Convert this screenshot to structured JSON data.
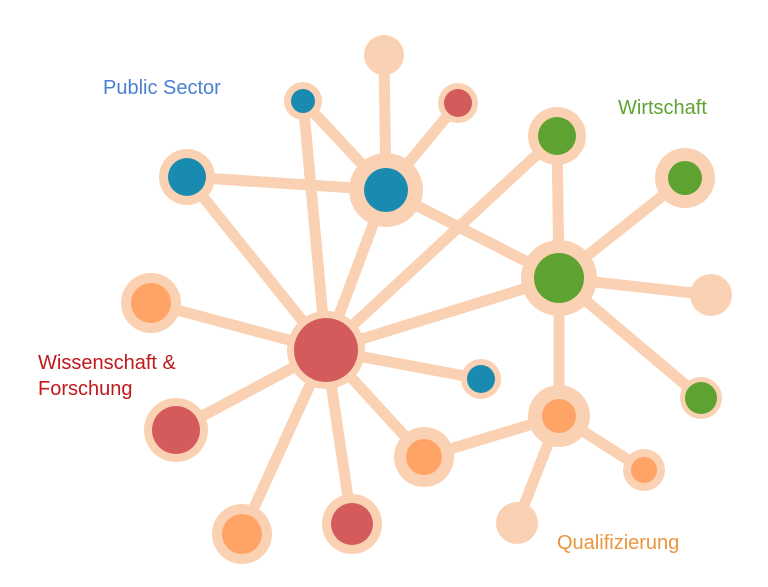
{
  "labels": {
    "public_sector": {
      "text": "Public Sector"
    },
    "wirtschaft": {
      "text": "Wirtschaft"
    },
    "wissenschaft": {
      "line1": "Wissenschaft &",
      "line2": "Forschung"
    },
    "qualifizierung": {
      "text": "Qualifizierung"
    }
  },
  "colors": {
    "link": "#FAD1B2",
    "halo": "#FAD1B2",
    "public_sector": "#1A8BB0",
    "wirtschaft": "#5EA332",
    "wissenschaft": "#D45B5B",
    "qualifizierung": "#FFA366",
    "peach": "#FAD1B2",
    "label_public_sector": "#4A7FD4",
    "label_wirtschaft": "#5EA332",
    "label_wissenschaft": "#C0181B",
    "label_qualifizierung": "#E8963E"
  },
  "nodes": [
    {
      "id": "science-hub",
      "group": "wissenschaft"
    },
    {
      "id": "public-hub",
      "group": "public_sector"
    },
    {
      "id": "business-hub",
      "group": "wirtschaft"
    },
    {
      "id": "qualification-hub",
      "group": "qualifizierung"
    },
    {
      "id": "public-left",
      "group": "public_sector"
    },
    {
      "id": "public-top",
      "group": "public_sector"
    },
    {
      "id": "peach-top",
      "group": "peach"
    },
    {
      "id": "red-top",
      "group": "wissenschaft"
    },
    {
      "id": "green-top",
      "group": "wirtschaft"
    },
    {
      "id": "green-right-top",
      "group": "wirtschaft"
    },
    {
      "id": "peach-right",
      "group": "peach"
    },
    {
      "id": "green-right-bottom",
      "group": "wirtschaft"
    },
    {
      "id": "orange-left",
      "group": "qualifizierung"
    },
    {
      "id": "red-left-bottom",
      "group": "wissenschaft"
    },
    {
      "id": "orange-bottom-left",
      "group": "qualifizierung"
    },
    {
      "id": "red-bottom",
      "group": "wissenschaft"
    },
    {
      "id": "orange-mid",
      "group": "qualifizierung"
    },
    {
      "id": "blue-small",
      "group": "public_sector"
    },
    {
      "id": "orange-right",
      "group": "qualifizierung"
    },
    {
      "id": "peach-bottom",
      "group": "peach"
    }
  ],
  "links": [
    [
      "science-hub",
      "public-hub"
    ],
    [
      "science-hub",
      "public-top"
    ],
    [
      "science-hub",
      "public-left"
    ],
    [
      "science-hub",
      "orange-left"
    ],
    [
      "science-hub",
      "red-left-bottom"
    ],
    [
      "science-hub",
      "orange-bottom-left"
    ],
    [
      "science-hub",
      "red-bottom"
    ],
    [
      "science-hub",
      "orange-mid"
    ],
    [
      "science-hub",
      "blue-small"
    ],
    [
      "science-hub",
      "business-hub"
    ],
    [
      "science-hub",
      "green-top"
    ],
    [
      "public-hub",
      "public-left"
    ],
    [
      "public-hub",
      "public-top"
    ],
    [
      "public-hub",
      "peach-top"
    ],
    [
      "public-hub",
      "red-top"
    ],
    [
      "public-hub",
      "business-hub"
    ],
    [
      "business-hub",
      "green-top"
    ],
    [
      "business-hub",
      "green-right-top"
    ],
    [
      "business-hub",
      "peach-right"
    ],
    [
      "business-hub",
      "green-right-bottom"
    ],
    [
      "business-hub",
      "qualification-hub"
    ],
    [
      "qualification-hub",
      "orange-mid"
    ],
    [
      "qualification-hub",
      "orange-right"
    ],
    [
      "qualification-hub",
      "peach-bottom"
    ]
  ]
}
